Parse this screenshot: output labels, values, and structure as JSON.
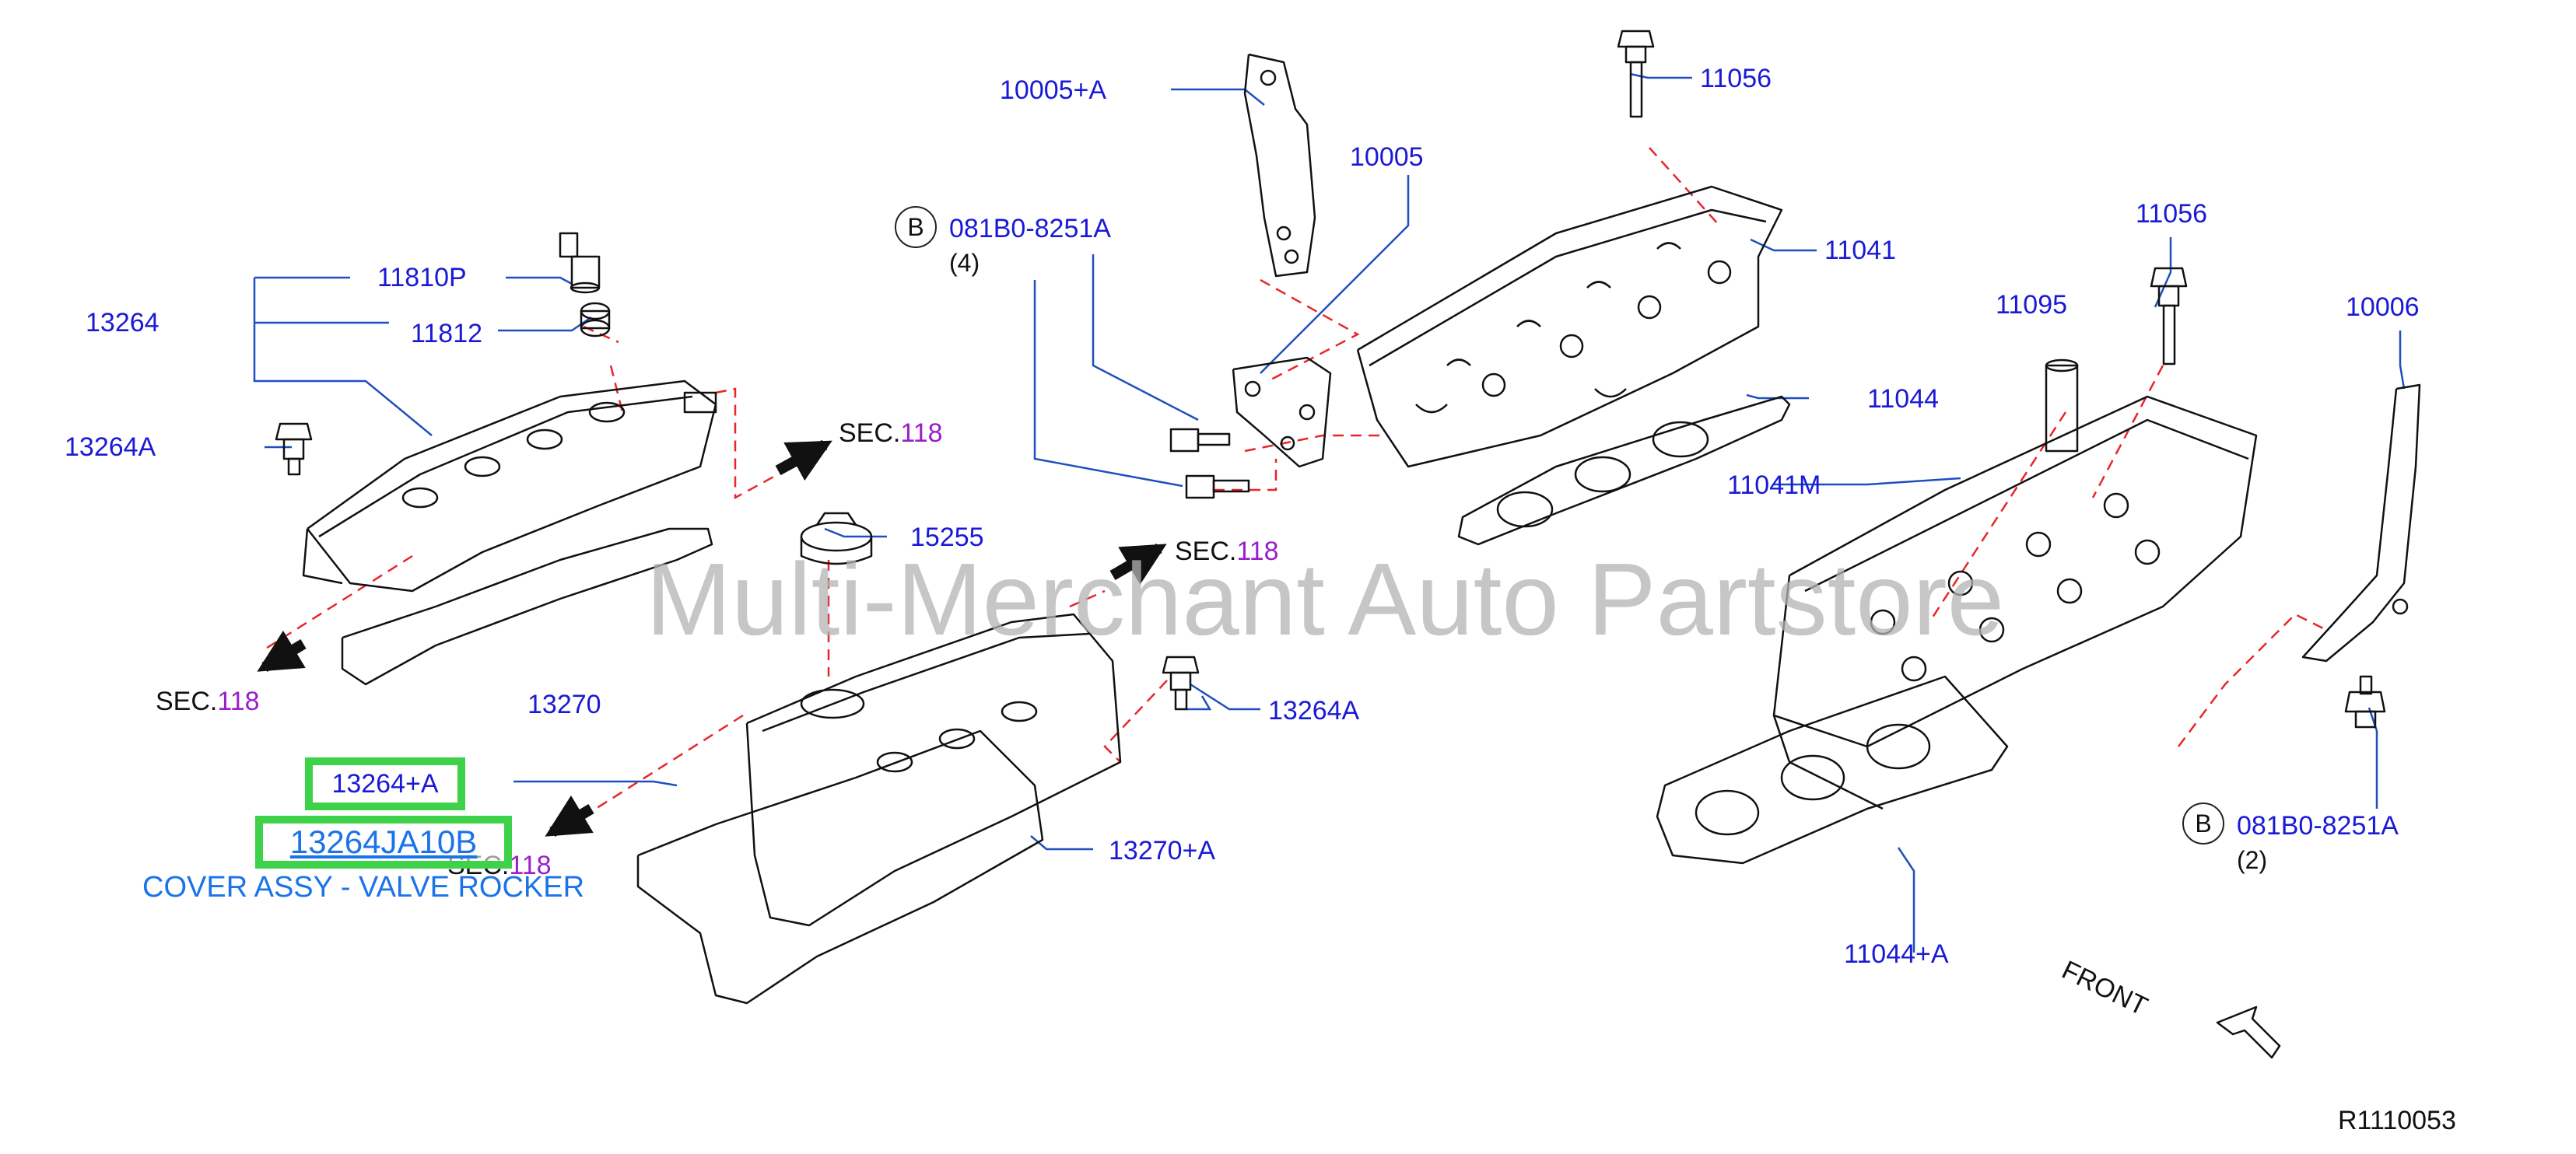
{
  "labels": {
    "p10005A": "10005+A",
    "p11056a": "11056",
    "p10005": "10005",
    "p11041": "11041",
    "p081b0a": "081B0-8251A",
    "qty4": "(4)",
    "p11056b": "11056",
    "p11095": "11095",
    "p10006": "10006",
    "p11810p": "11810P",
    "p13264": "13264",
    "p11812": "11812",
    "p13264A_left": "13264A",
    "sec_a": "SEC.",
    "sec_a_num": "118",
    "p11044": "11044",
    "p11041m": "11041M",
    "p15255": "15255",
    "sec_b": "SEC.",
    "sec_b_num": "118",
    "sec_c": "SEC.",
    "sec_c_num": "118",
    "p13270": "13270",
    "p13264A_right": "13264A",
    "p13264plusA": "13264+A",
    "p13264JA10B": "13264JA10B",
    "cover_desc": "COVER ASSY - VALVE ROCKER",
    "sec_d": "SEC.",
    "sec_d_num": "118",
    "p13270plusA": "13270+A",
    "p081b0b": "081B0-8251A",
    "qty2": "(2)",
    "p11044plusA": "11044+A",
    "front": "FRONT",
    "ref": "R1110053",
    "circle_b1": "B",
    "circle_b2": "B"
  },
  "watermark": "Multi-Merchant Auto Partstore",
  "colors": {
    "part_number": "#1a1ad6",
    "sec_number": "#9b1fc9",
    "leader": "#1f4fbf",
    "dash": "#e8262a",
    "highlight": "#3dd24a",
    "link": "#1a73e8",
    "watermark": "#b3b3b3"
  }
}
